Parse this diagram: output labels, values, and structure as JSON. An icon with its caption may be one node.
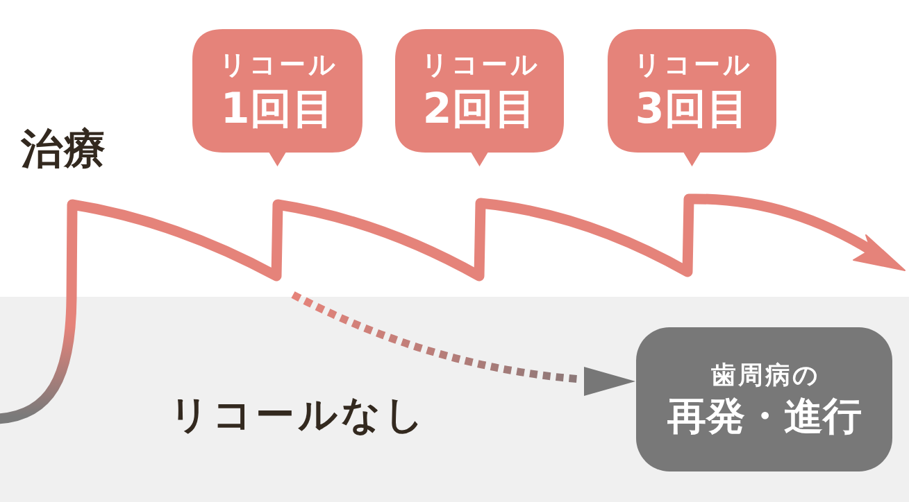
{
  "diagram": {
    "nodes": [
      {
        "text": [
          "リコール",
          "1回目"
        ]
      },
      {
        "text": [
          "リコール",
          "2回目"
        ]
      },
      {
        "text": [
          "リコール",
          "3回目"
        ]
      },
      {
        "text": [
          "歯周病の",
          "再発・進行"
        ]
      }
    ],
    "edges": [
      {
        "from": null,
        "to": 3,
        "arrow": "to",
        "style": "dashed"
      }
    ],
    "labels": [
      "治療",
      "リコールなし"
    ]
  }
}
